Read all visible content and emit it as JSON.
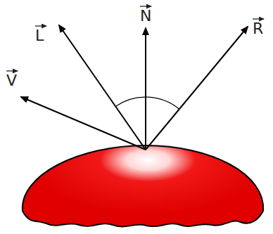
{
  "diagram": {
    "labels": [
      "L",
      "N",
      "R",
      "V"
    ]
  }
}
